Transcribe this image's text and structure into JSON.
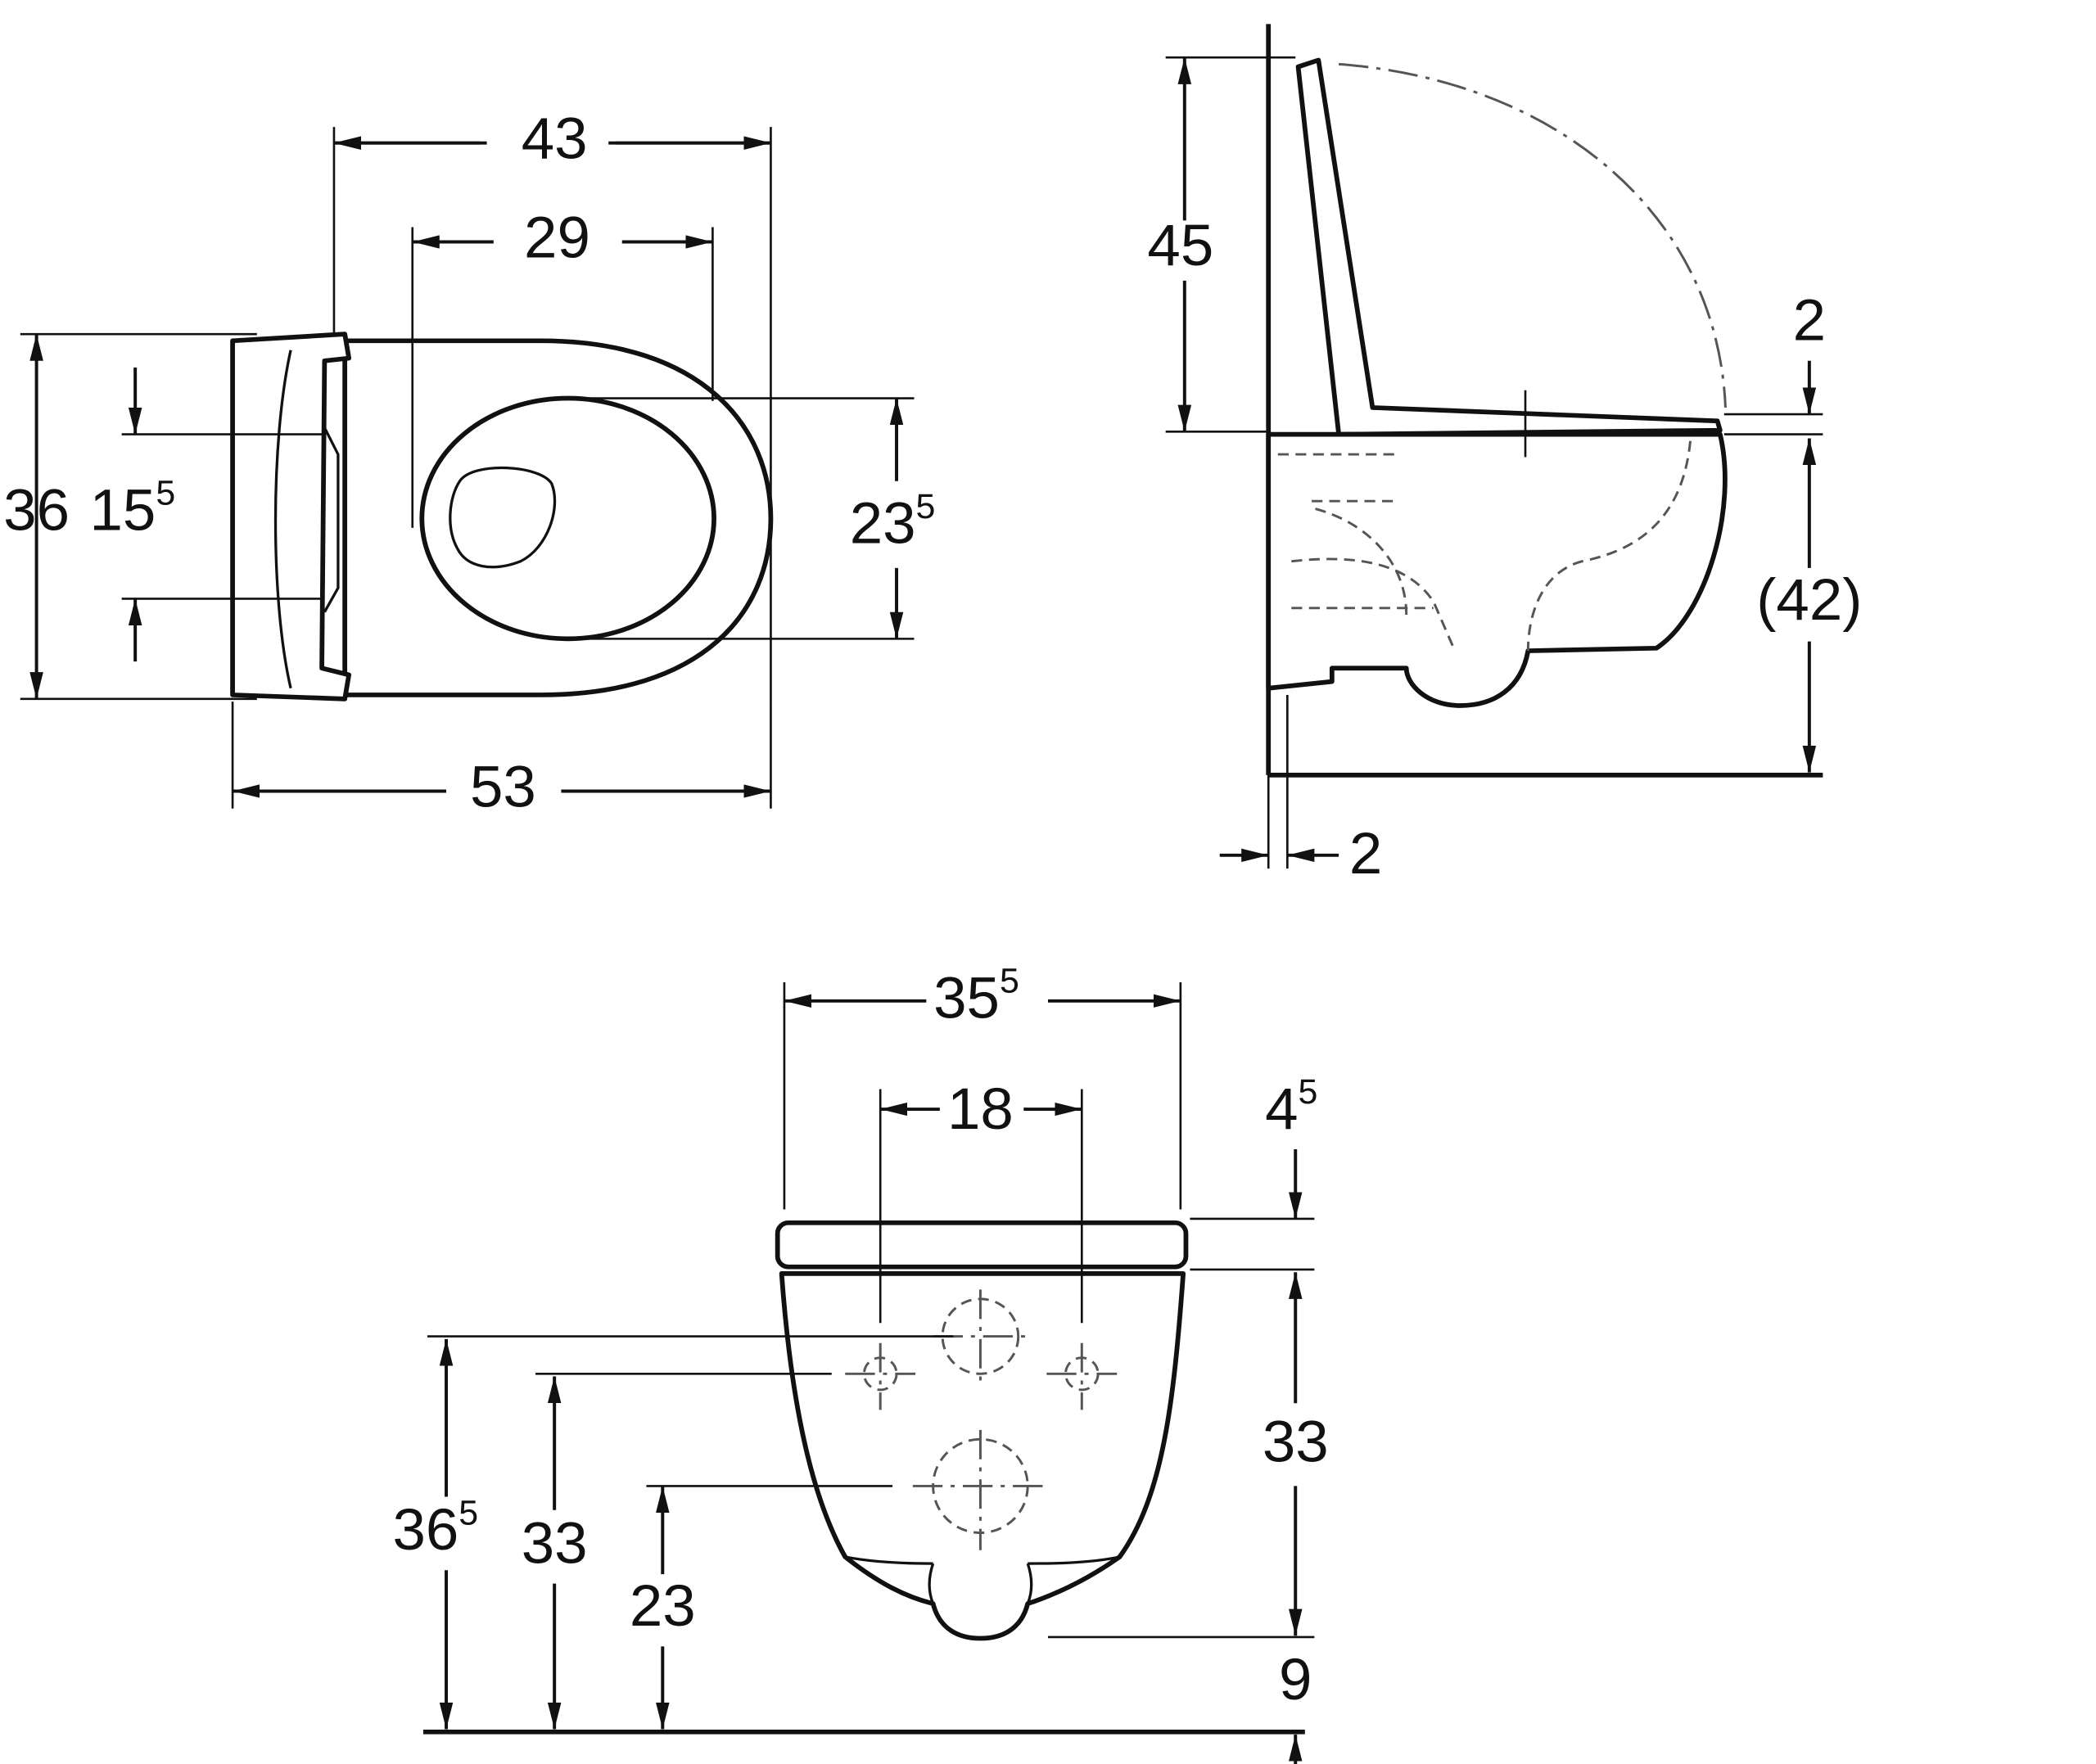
{
  "drawing": {
    "top_view": {
      "width_43": {
        "base": "43",
        "sup": ""
      },
      "seat_29": {
        "base": "29",
        "sup": ""
      },
      "depth_36": {
        "base": "36",
        "sup": ""
      },
      "hinge_15_5": {
        "base": "15",
        "sup": "5"
      },
      "opening_23_5": {
        "base": "23",
        "sup": "5"
      },
      "length_53": {
        "base": "53",
        "sup": ""
      }
    },
    "side_view": {
      "lid_45": {
        "base": "45",
        "sup": ""
      },
      "seat_2": {
        "base": "2",
        "sup": ""
      },
      "height_42": {
        "base": "(42)",
        "sup": ""
      },
      "wall_2": {
        "base": "2",
        "sup": ""
      }
    },
    "front_view": {
      "width_35_5": {
        "base": "35",
        "sup": "5"
      },
      "bolts_18": {
        "base": "18",
        "sup": ""
      },
      "seat_4_5": {
        "base": "4",
        "sup": "5"
      },
      "bowl_33": {
        "base": "33",
        "sup": ""
      },
      "bottom_9": {
        "base": "9",
        "sup": ""
      },
      "inlet_36_5": {
        "base": "36",
        "sup": "5"
      },
      "bolts_33": {
        "base": "33",
        "sup": ""
      },
      "outlet_23": {
        "base": "23",
        "sup": ""
      }
    }
  }
}
